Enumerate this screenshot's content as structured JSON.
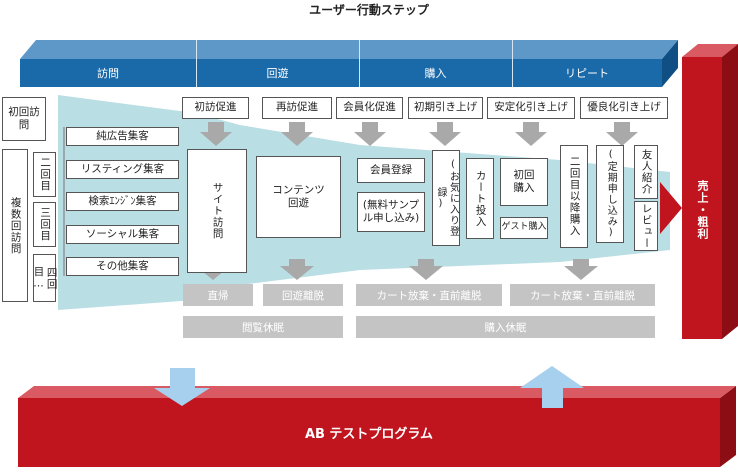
{
  "title": "ユーザー行動ステップ",
  "stages": [
    "訪問",
    "回遊",
    "購入",
    "リピート"
  ],
  "result": "売上・粗利",
  "left": {
    "first_visit": "初回訪問",
    "repeat_visit": "複数回訪問",
    "repeat_counts": [
      "二回目",
      "三回目",
      "四回目…"
    ],
    "channels": [
      "純広告集客",
      "リスティング集客",
      "検索ｴﾝｼﾞﾝ集客",
      "ソーシャル集客",
      "その他集客"
    ]
  },
  "tactics": [
    "初訪促進",
    "再訪促進",
    "会員化促進",
    "初期引き上げ",
    "安定化引き上げ",
    "優良化引き上げ"
  ],
  "steps": {
    "site_visit": "サイト訪問",
    "content_browse": "コンテンツ回遊",
    "member_register": "会員登録",
    "free_sample": "(無料サンプル申し込み)",
    "favorite": "(お気に入り登録)",
    "cart": "カート投入",
    "first_purchase": "初回購入",
    "guest_purchase": "ゲスト購入",
    "repeat_purchase": "二回目以降購入",
    "subscription": "(定期申し込み)",
    "referral": "友人紹介",
    "review": "レビュー"
  },
  "exits": [
    "直帰",
    "回遊離脱",
    "カート放棄・直前離脱",
    "カート放棄・直前離脱"
  ],
  "dormant": [
    "閲覧休眠",
    "購入休眠"
  ],
  "program": "AB テストプログラム",
  "colors": {
    "stage_blue": "#1a69a8",
    "red": "#c0141f",
    "funnel": "#b9dee4",
    "gray": "#c4c4c4",
    "light_arrow": "#a6d0ee"
  }
}
